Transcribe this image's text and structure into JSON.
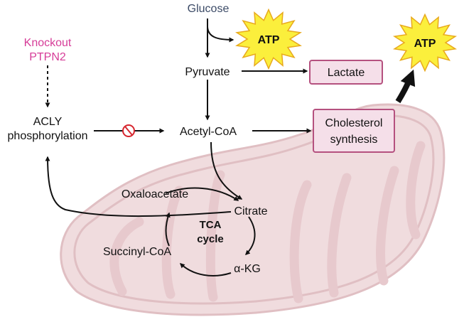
{
  "nodes": {
    "glucose": "Glucose",
    "pyruvate": "Pyruvate",
    "lactate": "Lactate",
    "acetyl_coa": "Acetyl-CoA",
    "cholesterol_line1": "Cholesterol",
    "cholesterol_line2": "synthesis",
    "knockout_line1": "Knockout",
    "knockout_line2": "PTPN2",
    "acly_line1": "ACLY",
    "acly_line2": "phosphorylation",
    "citrate": "Citrate",
    "oxaloacetate": "Oxaloacetate",
    "succinyl_coa": "Succinyl-CoA",
    "akg": "α-KG",
    "tca_line1": "TCA",
    "tca_line2": "cycle",
    "atp_top": "ATP",
    "atp_right": "ATP"
  },
  "colors": {
    "mito_fill": "#f0dcde",
    "mito_stroke": "#e0bfc3",
    "cristae": "#e7c9cd",
    "box_fill": "#f5dfe9",
    "box_stroke": "#b5517f",
    "knockout_text": "#d63c98",
    "atp_fill": "#fbef3c",
    "atp_stroke": "#e8a91d",
    "inhibit": "#d7262f",
    "arrow": "#111111",
    "glucose_text": "#3b4a66"
  },
  "icons": {
    "inhibition": "no-entry-sign-icon",
    "atp_burst": "starburst-icon"
  }
}
